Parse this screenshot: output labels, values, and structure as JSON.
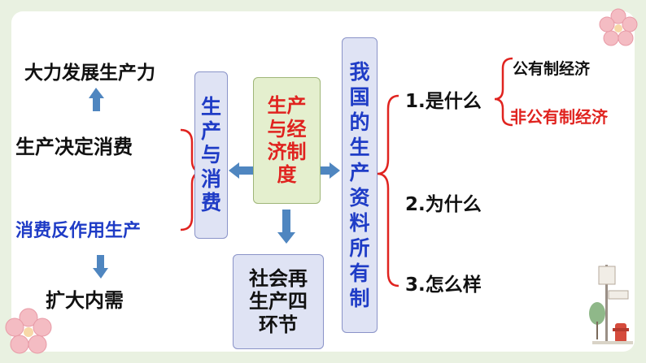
{
  "left": {
    "top_label": "大力发展生产力",
    "mid_label": "生产决定消费",
    "blue_label": "消费反作用生产",
    "bottom_label": "扩大内需"
  },
  "boxes": {
    "production_consumption": "生产与消费",
    "center": "生产与经济制度",
    "reproduction": "社会再生产四环节",
    "ownership": "我国的生产资料所有制"
  },
  "right": {
    "q1": "1.是什么",
    "q2": "2.为什么",
    "q3": "3.怎么样",
    "sub1": "公有制经济",
    "sub2": "非公有制经济"
  },
  "colors": {
    "arrow_blue": "#4f86c0",
    "bracket_red": "#e0231f",
    "text_blue": "#1f3cc6",
    "box_lavender": "#dfe3f4",
    "box_green": "#e4efce",
    "slide_bg": "#e9f1e1"
  }
}
